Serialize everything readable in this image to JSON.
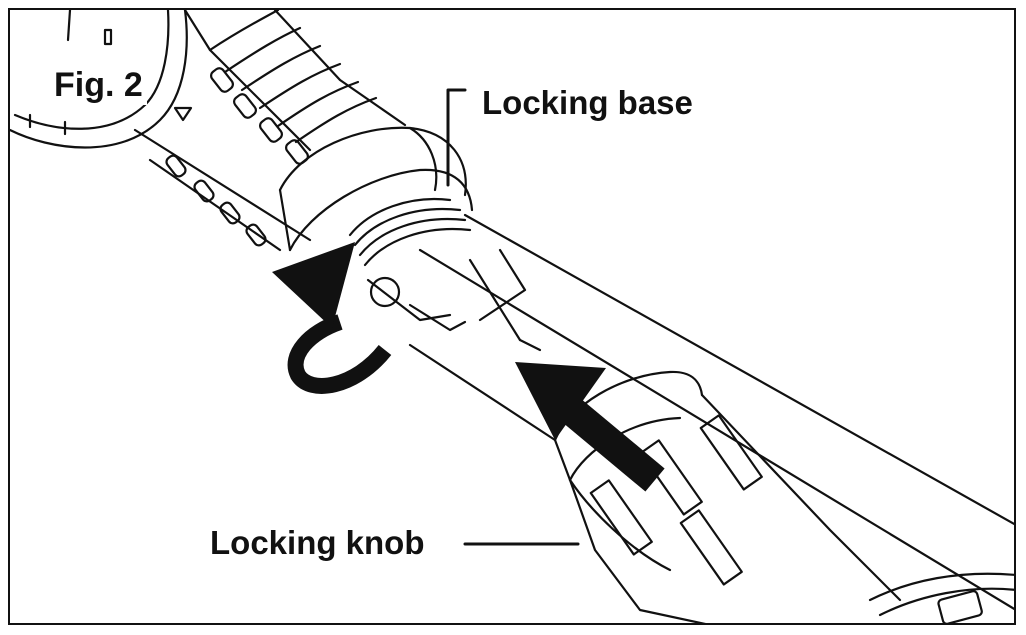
{
  "figure": {
    "title": "Fig. 2",
    "labels": {
      "locking_base": "Locking base",
      "locking_knob": "Locking knob"
    },
    "icons": [
      "rotate-arrow-icon",
      "push-arrow-icon"
    ],
    "colors": {
      "line": "#111111",
      "background": "#ffffff",
      "frame": "#111111"
    }
  }
}
